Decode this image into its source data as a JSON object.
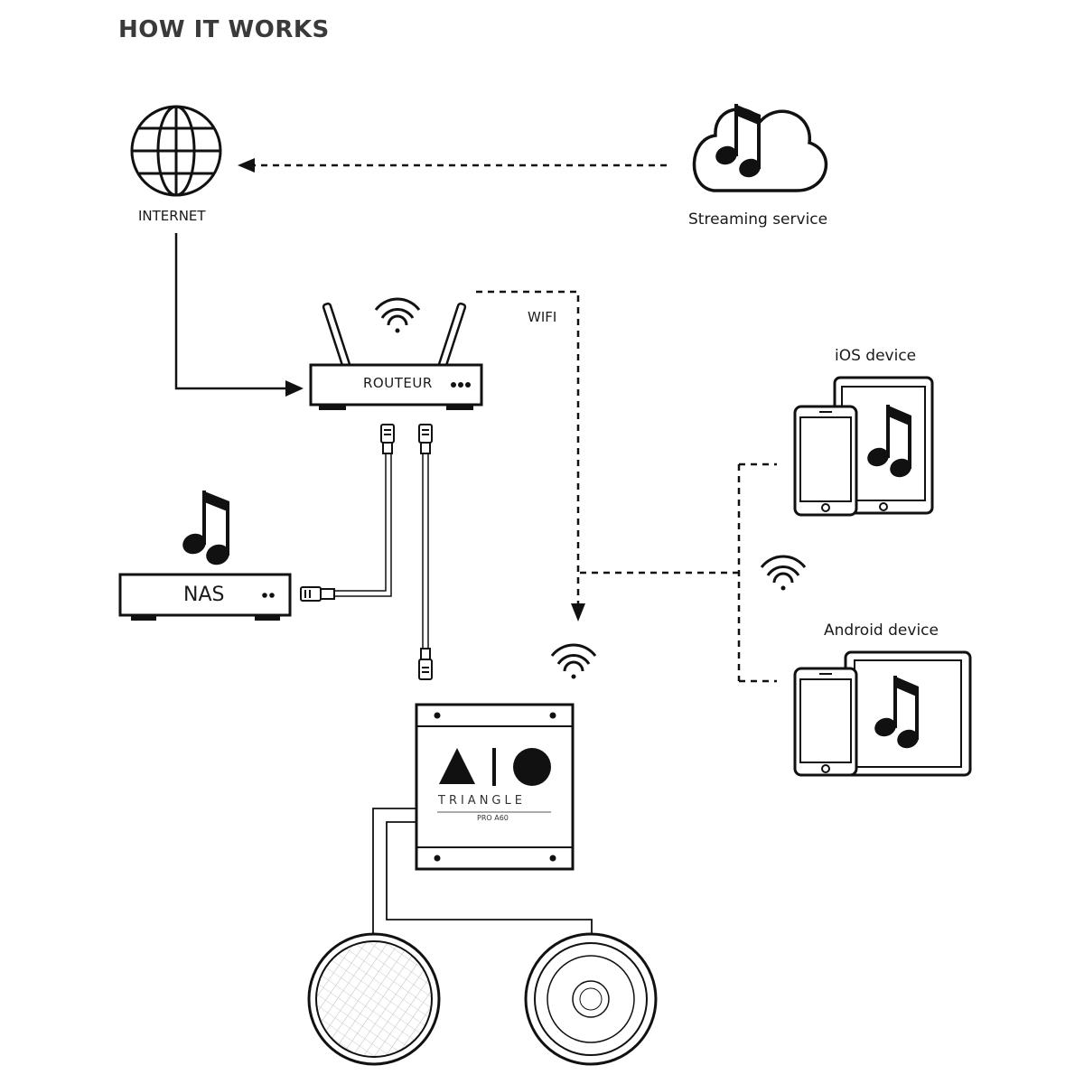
{
  "title": "HOW IT WORKS",
  "nodes": {
    "internet": "INTERNET",
    "streaming": "Streaming service",
    "router": "ROUTEUR",
    "nas": "NAS",
    "ios": "iOS device",
    "android": "Android device",
    "wifi": "WIFI"
  },
  "amplifier": {
    "brand": "TRIANGLE",
    "model": "PRO A60"
  }
}
